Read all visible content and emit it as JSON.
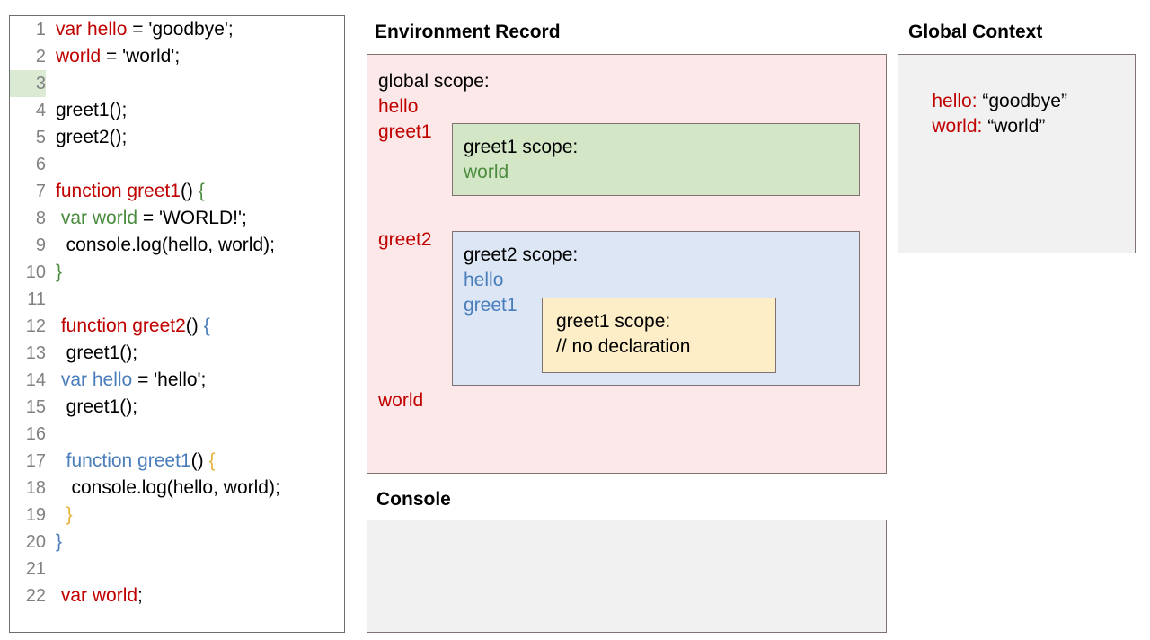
{
  "code_panel": {
    "highlighted_line": 3,
    "lines": [
      {
        "num": "1",
        "tokens": [
          {
            "t": "var hello",
            "c": "red"
          },
          {
            "t": " = 'goodbye';",
            "c": "black"
          }
        ]
      },
      {
        "num": "2",
        "tokens": [
          {
            "t": "world",
            "c": "red"
          },
          {
            "t": " = 'world';",
            "c": "black"
          }
        ]
      },
      {
        "num": "3",
        "tokens": [
          {
            "t": "",
            "c": "black"
          }
        ]
      },
      {
        "num": "4",
        "tokens": [
          {
            "t": "greet1();",
            "c": "black"
          }
        ]
      },
      {
        "num": "5",
        "tokens": [
          {
            "t": "greet2();",
            "c": "black"
          }
        ]
      },
      {
        "num": "6",
        "tokens": [
          {
            "t": "",
            "c": "black"
          }
        ]
      },
      {
        "num": "7",
        "tokens": [
          {
            "t": "function greet1",
            "c": "red"
          },
          {
            "t": "() ",
            "c": "black"
          },
          {
            "t": "{",
            "c": "green"
          }
        ]
      },
      {
        "num": "8",
        "tokens": [
          {
            "t": " ",
            "c": "black"
          },
          {
            "t": "var world",
            "c": "green"
          },
          {
            "t": " = 'WORLD!';",
            "c": "black"
          }
        ]
      },
      {
        "num": "9",
        "tokens": [
          {
            "t": "  console.log(hello, world);",
            "c": "black"
          }
        ]
      },
      {
        "num": "10",
        "tokens": [
          {
            "t": "}",
            "c": "green"
          }
        ]
      },
      {
        "num": "11",
        "tokens": [
          {
            "t": "",
            "c": "black"
          }
        ]
      },
      {
        "num": "12",
        "tokens": [
          {
            "t": " ",
            "c": "black"
          },
          {
            "t": "function greet2",
            "c": "red"
          },
          {
            "t": "() ",
            "c": "black"
          },
          {
            "t": "{",
            "c": "blue"
          }
        ]
      },
      {
        "num": "13",
        "tokens": [
          {
            "t": "  greet1();",
            "c": "black"
          }
        ]
      },
      {
        "num": "14",
        "tokens": [
          {
            "t": " ",
            "c": "black"
          },
          {
            "t": "var hello",
            "c": "blue"
          },
          {
            "t": " = 'hello';",
            "c": "black"
          }
        ]
      },
      {
        "num": "15",
        "tokens": [
          {
            "t": "  greet1();",
            "c": "black"
          }
        ]
      },
      {
        "num": "16",
        "tokens": [
          {
            "t": "",
            "c": "black"
          }
        ]
      },
      {
        "num": "17",
        "tokens": [
          {
            "t": "  ",
            "c": "black"
          },
          {
            "t": "function greet1",
            "c": "blue"
          },
          {
            "t": "() ",
            "c": "black"
          },
          {
            "t": "{",
            "c": "gold"
          }
        ]
      },
      {
        "num": "18",
        "tokens": [
          {
            "t": "   console.log(hello, world);",
            "c": "black"
          }
        ]
      },
      {
        "num": "19",
        "tokens": [
          {
            "t": "  ",
            "c": "black"
          },
          {
            "t": "}",
            "c": "gold"
          }
        ]
      },
      {
        "num": "20",
        "tokens": [
          {
            "t": "}",
            "c": "blue"
          }
        ]
      },
      {
        "num": "21",
        "tokens": [
          {
            "t": "",
            "c": "black"
          }
        ]
      },
      {
        "num": "22",
        "tokens": [
          {
            "t": " ",
            "c": "black"
          },
          {
            "t": "var world",
            "c": "red"
          },
          {
            "t": ";",
            "c": "black"
          }
        ]
      }
    ]
  },
  "environment_record": {
    "title": "Environment Record",
    "global_scope_label": "global scope:",
    "bindings": [
      "hello",
      "greet1",
      "greet2",
      "world"
    ],
    "greet1_scope": {
      "title": "greet1 scope:",
      "bindings": [
        "world"
      ]
    },
    "greet2_scope": {
      "title": "greet2 scope:",
      "bindings": [
        "hello",
        "greet1"
      ],
      "inner_greet1_scope": {
        "title": "greet1 scope:",
        "note": "// no declaration"
      }
    }
  },
  "global_context": {
    "title": "Global Context",
    "entries": [
      {
        "key": "hello:",
        "value": " “goodbye”"
      },
      {
        "key": "world:",
        "value": " “world”"
      }
    ]
  },
  "console": {
    "title": "Console",
    "output": ""
  },
  "colors": {
    "red": "#c00000",
    "green": "#4c8c3f",
    "blue": "#4a7ebb",
    "gold": "#e8b33c",
    "env_record_bg": "#fce8e8",
    "greet1_scope_bg": "#d3e6c6",
    "greet2_scope_bg": "#dce6f5",
    "inner_scope_bg": "#fdeec8",
    "panel_bg": "#f1f1f1",
    "border": "#7f7272",
    "line_number": "#818181",
    "line_highlight": "#dbebd3"
  }
}
